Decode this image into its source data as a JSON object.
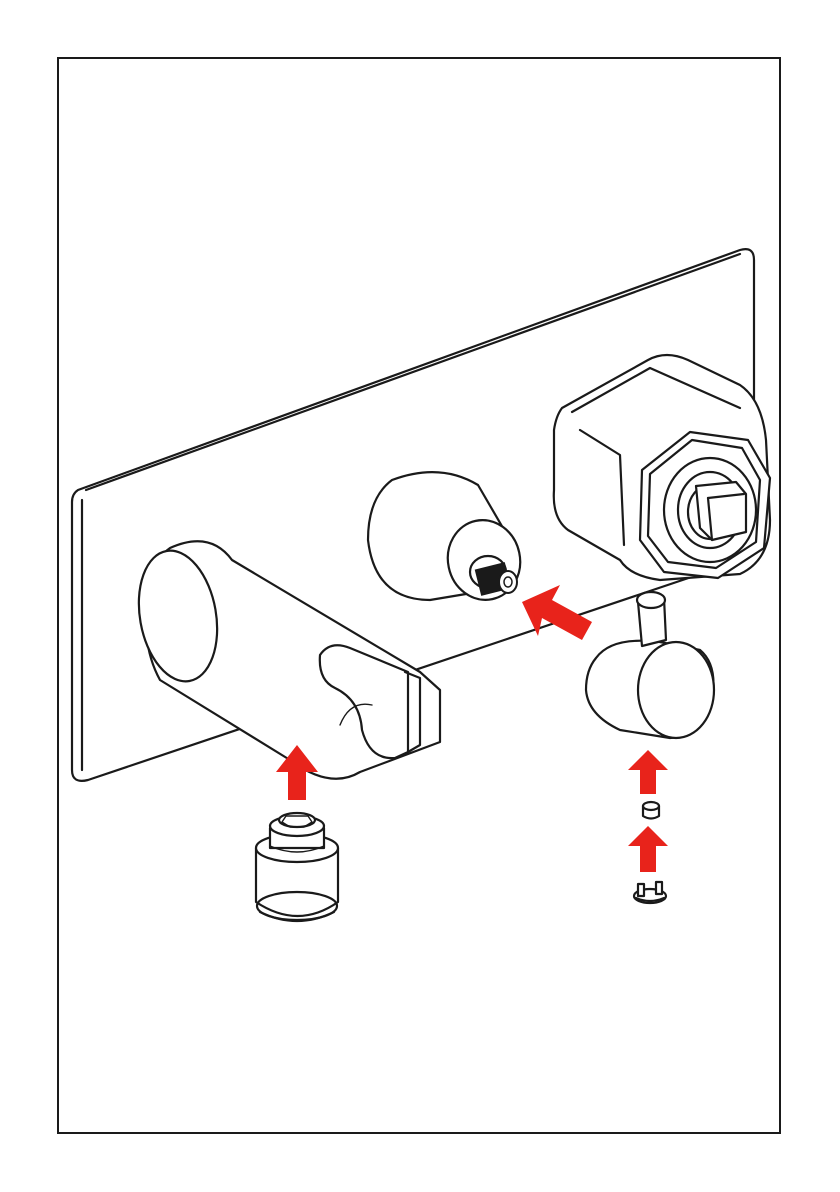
{
  "diagram": {
    "type": "exploded-assembly-illustration",
    "colors": {
      "line": "#1a1a1a",
      "background": "#ffffff",
      "arrow": "#e8231b"
    },
    "parts": [
      "wall-plate",
      "handshower-holder",
      "cartridge-stem",
      "diverter-valve-body",
      "control-handle",
      "outlet-connector",
      "handle-grub-screw",
      "retaining-clip"
    ],
    "arrow_count": 4
  }
}
